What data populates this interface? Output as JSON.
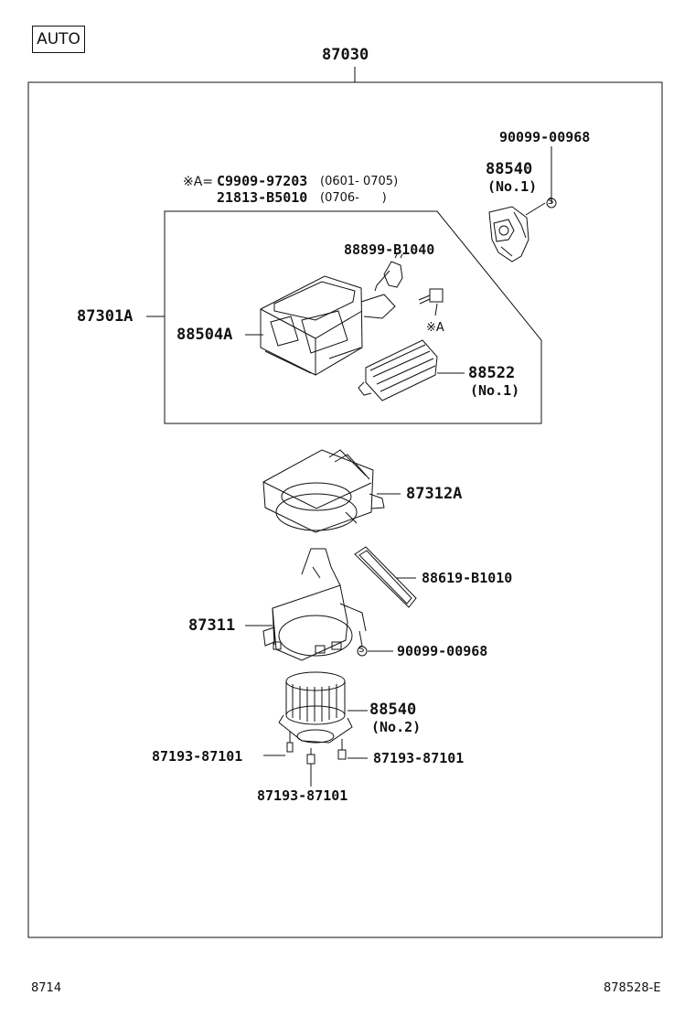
{
  "badge": "AUTO",
  "assembly_number": "87030",
  "note": {
    "line1_prefix": "※A=",
    "line1_part": "C9909-97203",
    "line1_date": "(0601- 0705)",
    "line2_part": "21813-B5010",
    "line2_date": "(0706-      )"
  },
  "parts": {
    "p90099_top": "90099-00968",
    "p88540_no1": "88540",
    "p88540_no1_sub": "(No.1)",
    "p88899": "88899-B1040",
    "p87301A": "87301A",
    "p88504A": "88504A",
    "asterisk_a": "※A",
    "p88522": "88522",
    "p88522_sub": "(No.1)",
    "p87312A": "87312A",
    "p88619": "88619-B1010",
    "p87311": "87311",
    "p90099_mid": "90099-00968",
    "p88540_no2": "88540",
    "p88540_no2_sub": "(No.2)",
    "p87193_left": "87193-87101",
    "p87193_right": "87193-87101",
    "p87193_bottom": "87193-87101",
    "s_mark": "S"
  },
  "footer": {
    "left": "8714",
    "right": "878528-E"
  }
}
